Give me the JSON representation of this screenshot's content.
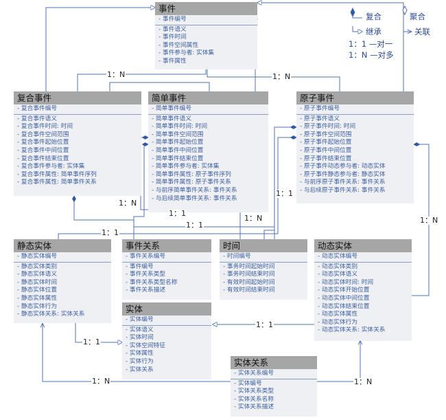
{
  "colors": {
    "line": "#4f73b5",
    "header": "#a6a6a6",
    "body": "#eef0f3",
    "text": "#3f5fa0"
  },
  "legend": {
    "composition": "复合",
    "aggregation": "聚合",
    "inheritance": "继承",
    "association": "关联",
    "one_to_one": "1：1 —对一",
    "one_to_many": "1：N —对多"
  },
  "entities": {
    "event": {
      "title": "事件",
      "key": [
        "事件编号"
      ],
      "attrs": [
        "事件语义",
        "事件时间",
        "事件空间属性",
        "事件参与者: 实体集",
        "事件属性"
      ]
    },
    "complex_event": {
      "title": "复合事件",
      "key": [
        "复合事件编号"
      ],
      "attrs": [
        "复合事件语义",
        "复合事件时间: 时间",
        "复合事件空间范围",
        "复合事件起始位置",
        "复合事件中间位置",
        "复合事件结束位置",
        "复合事件参与者: 实体集",
        "复合事件属性: 简单事件序列",
        "复合事件属性: 简单事件关系"
      ]
    },
    "simple_event": {
      "title": "简单事件",
      "key": [
        "简单事件编号"
      ],
      "attrs": [
        "简单事件语义",
        "简单事件时间: 时间",
        "简单事件空间范围",
        "简单事件起始位置",
        "简单事件中间位置",
        "简单事件结束位置",
        "简单事件参与者: 实体集",
        "简单事件属性: 原子事件序列",
        "简单事件属性: 原子事件关系",
        "与前序简单事件关系: 事件关系",
        "与后续简单事件关系: 事件关系"
      ]
    },
    "atomic_event": {
      "title": "原子事件",
      "key": [
        "原子事件编号"
      ],
      "attrs": [
        "原子事件语义",
        "原子事件时间: 时间",
        "原子事件空间范围",
        "原子事件起始位置",
        "原子事件中间位置",
        "原子事件结束位置",
        "原子事件动态参与者: 动态实体",
        "原子事件静态参与者: 静态实体",
        "与前序原子事件关系: 事件关系",
        "与后续原子事件关系: 事件关系"
      ]
    },
    "static_entity": {
      "title": "静态实体",
      "key": [
        "静态实体编号"
      ],
      "attrs": [
        "静态实体类别",
        "静态实体语义",
        "静态实体时间",
        "静态实体位置",
        "静态实体属性",
        "静态实体行为",
        "静态实体关系: 实体关系"
      ]
    },
    "event_relation": {
      "title": "事件关系",
      "key": [
        "事件关系编号"
      ],
      "attrs": [
        "事件编号",
        "事件关系类型",
        "事件关系类型名称",
        "事件关系描述"
      ]
    },
    "time": {
      "title": "时间",
      "key": [
        "时间编号"
      ],
      "attrs": [
        "事务时间起始时间",
        "事务时间结束时间",
        "有效时间起始时间",
        "有效时间结束时间"
      ]
    },
    "dynamic_entity": {
      "title": "动态实体",
      "key": [
        "动态实体编号"
      ],
      "attrs": [
        "动态实体类别",
        "动态实体语义",
        "动态实体时间: 时间",
        "动态实体开始位置",
        "动态实体中间位置",
        "动态实体结束位置",
        "动态实体属性",
        "动态实体行为",
        "动态实体关系: 实体关系"
      ]
    },
    "entity": {
      "title": "实体",
      "key": [
        "实体编号"
      ],
      "attrs": [
        "实体语义",
        "实体时间",
        "实体空间特征",
        "实体属性",
        "实体行为",
        "实体关系"
      ]
    },
    "entity_relation": {
      "title": "实体关系",
      "key": [
        "实体关系编号"
      ],
      "attrs": [
        "实体编号",
        "实体关系类型",
        "实体关系名称",
        "实体关系描述"
      ]
    }
  },
  "labels": {
    "event_complex": "1：N",
    "event_atomic": "1：N",
    "complex_simple": "1：N",
    "simple_relation": "1：1",
    "complex_relation": "1：1",
    "simple_time": "1：N",
    "atomic_time": "1：1",
    "atomic_dynamic": "1：N",
    "static_entity": "1：1",
    "dynamic_entity": "1：1",
    "static_erel": "1：N",
    "dynamic_erel": "1：N"
  }
}
